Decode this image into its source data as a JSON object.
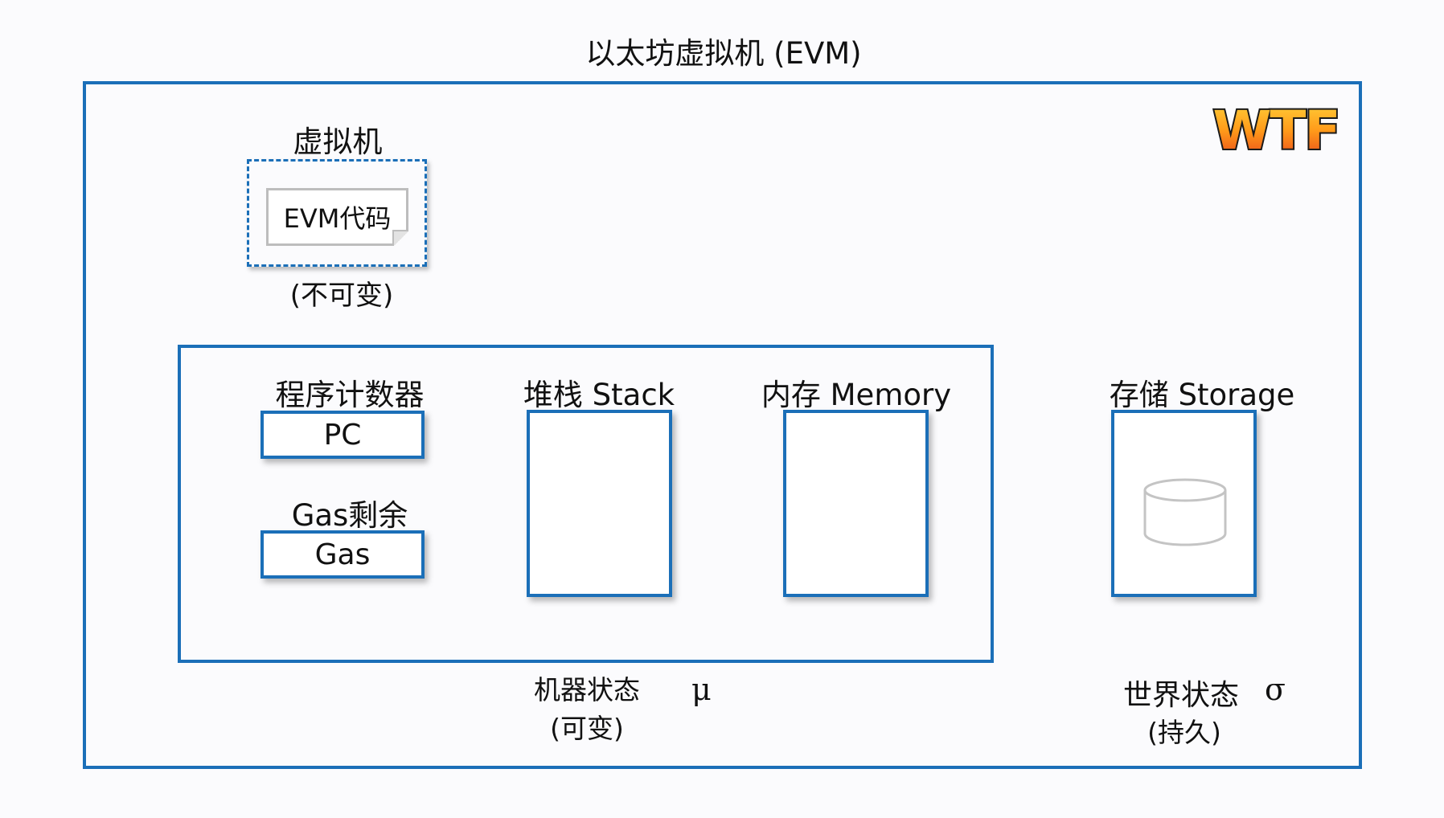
{
  "title": "以太坊虚拟机 (EVM)",
  "vm": {
    "heading": "虚拟机",
    "code_label": "EVM代码",
    "note": "(不可变)"
  },
  "machine_state": {
    "pc": {
      "heading": "程序计数器",
      "box_label": "PC"
    },
    "gas": {
      "heading": "Gas剩余",
      "box_label": "Gas"
    },
    "stack": {
      "heading": "堆栈 Stack"
    },
    "memory": {
      "heading": "内存 Memory"
    },
    "caption": "机器状态",
    "note": "(可变)",
    "symbol": "μ"
  },
  "world_state": {
    "storage_heading": "存储 Storage",
    "caption": "世界状态",
    "symbol": "σ",
    "note": "(持久)",
    "icon": "database-icon"
  },
  "logo": {
    "text": "WTF",
    "colors": [
      "#ffd23a",
      "#ff9a1a",
      "#e8461a"
    ]
  },
  "colors": {
    "accent": "#1b6fb8",
    "background": "#fbfbfd"
  }
}
